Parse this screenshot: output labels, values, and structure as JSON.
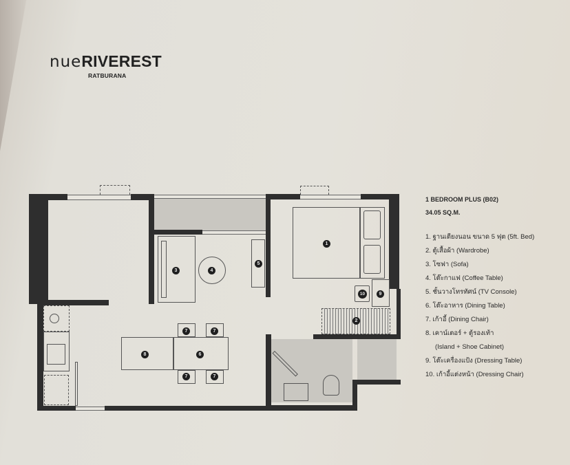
{
  "brand": {
    "name_light": "nue",
    "name_bold": "RIVEREST",
    "location": "RATBURANA"
  },
  "unit": {
    "type": "1 BEDROOM PLUS (B02)",
    "area": "34.05 SQ.M."
  },
  "legend": [
    {
      "num": "1",
      "text": "1. ฐานเตียงนอน ขนาด 5 ฟุต (5ft. Bed)"
    },
    {
      "num": "2",
      "text": "2. ตู้เสื้อผ้า (Wardrobe)"
    },
    {
      "num": "3",
      "text": "3. โซฟา (Sofa)"
    },
    {
      "num": "4",
      "text": "4. โต๊ะกาแฟ (Coffee Table)"
    },
    {
      "num": "5",
      "text": "5. ชั้นวางโทรทัศน์ (TV Console)"
    },
    {
      "num": "6",
      "text": "6. โต๊ะอาหาร (Dining Table)"
    },
    {
      "num": "7",
      "text": "7. เก้าอี้ (Dining Chair)"
    },
    {
      "num": "8",
      "text": "8. เคาน์เตอร์ + ตู้รองเท้า"
    },
    {
      "num": "8b",
      "text": "(Island + Shoe Cabinet)"
    },
    {
      "num": "9",
      "text": "9. โต๊ะเครื่องแป้ง (Dressing Table)"
    },
    {
      "num": "10",
      "text": "10. เก้าอี้แต่งหน้า (Dressing Chair)"
    }
  ],
  "plan_markers": {
    "bed": "1",
    "wardrobe": "2",
    "sofa": "3",
    "coffee_table": "4",
    "tv_console": "5",
    "dining_table": "6",
    "chair": "7",
    "island": "8",
    "dressing_table": "9",
    "dressing_chair": "10"
  },
  "colors": {
    "paper": "#e4e2db",
    "wall": "#2e2e2e",
    "balcony_gray": "#c9c7c1"
  }
}
